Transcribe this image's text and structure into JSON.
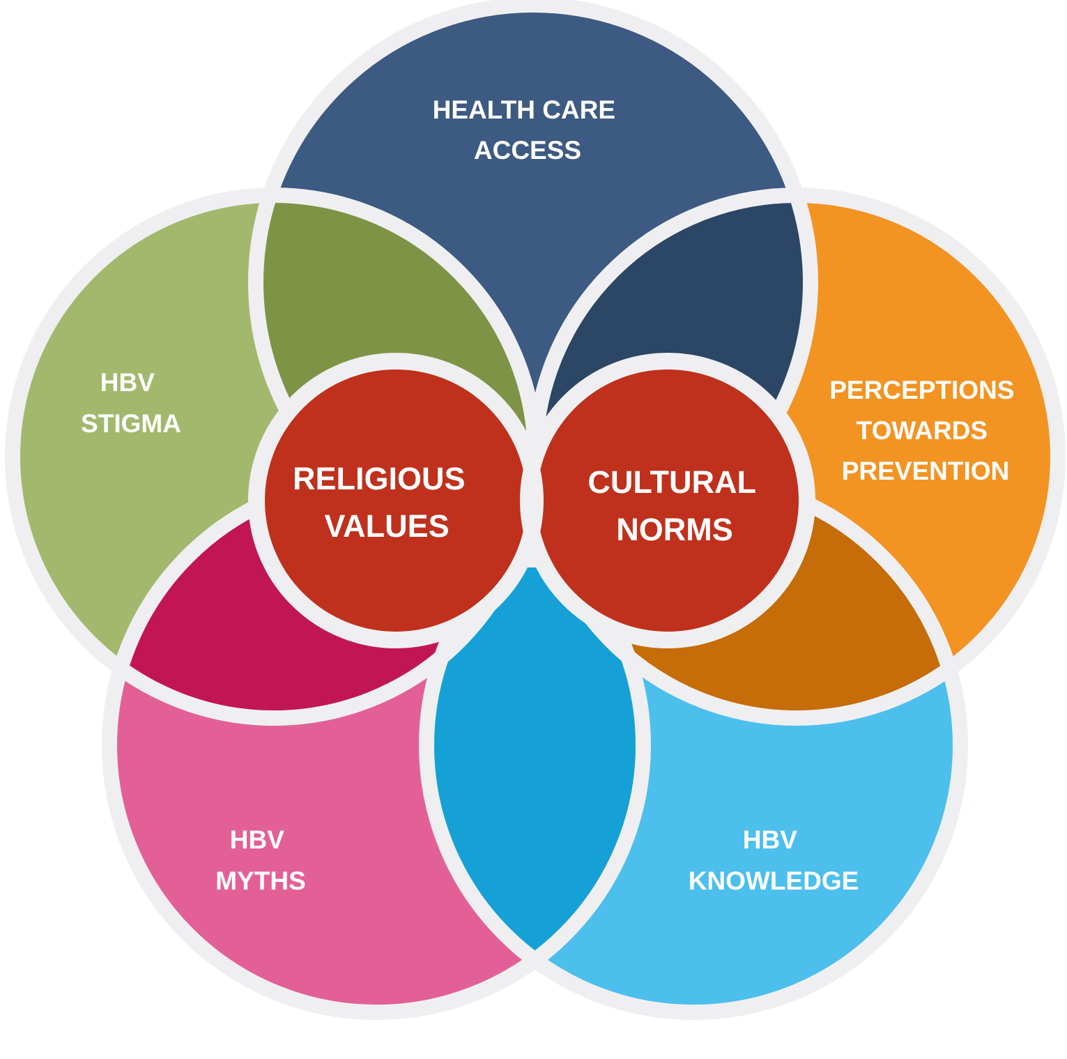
{
  "colors": {
    "health": "#3c5a82",
    "stigma": "#a3b86c",
    "perceptions": "#f39322",
    "myths": "#e36097",
    "knowledge": "#4cbfed",
    "core": "#bf311c",
    "ov_health_stigma": "#7e9345",
    "ov_health_perceptions": "#2c4665",
    "ov_stigma_myths": "#c21654",
    "ov_perceptions_knowledge": "#c66c08",
    "ov_myths_knowledge": "#15a1d6",
    "ov_center_top": "#546232",
    "ov_center_bottom_left": "#0e6b8c",
    "ov_center_bottom_right": "#8a4903",
    "ov_core_lens": "#76004b",
    "outline": "#efeff1"
  },
  "labels": {
    "health": [
      "HEALTH CARE",
      "ACCESS"
    ],
    "stigma": [
      "HBV",
      "STIGMA"
    ],
    "perceptions": [
      "PERCEPTIONS",
      "TOWARDS",
      "PREVENTION"
    ],
    "myths": [
      "HBV",
      "MYTHS"
    ],
    "knowledge": [
      "HBV",
      "KNOWLEDGE"
    ],
    "religious": [
      "RELIGIOUS",
      "VALUES"
    ],
    "cultural": [
      "CULTURAL",
      "NORMS"
    ]
  }
}
